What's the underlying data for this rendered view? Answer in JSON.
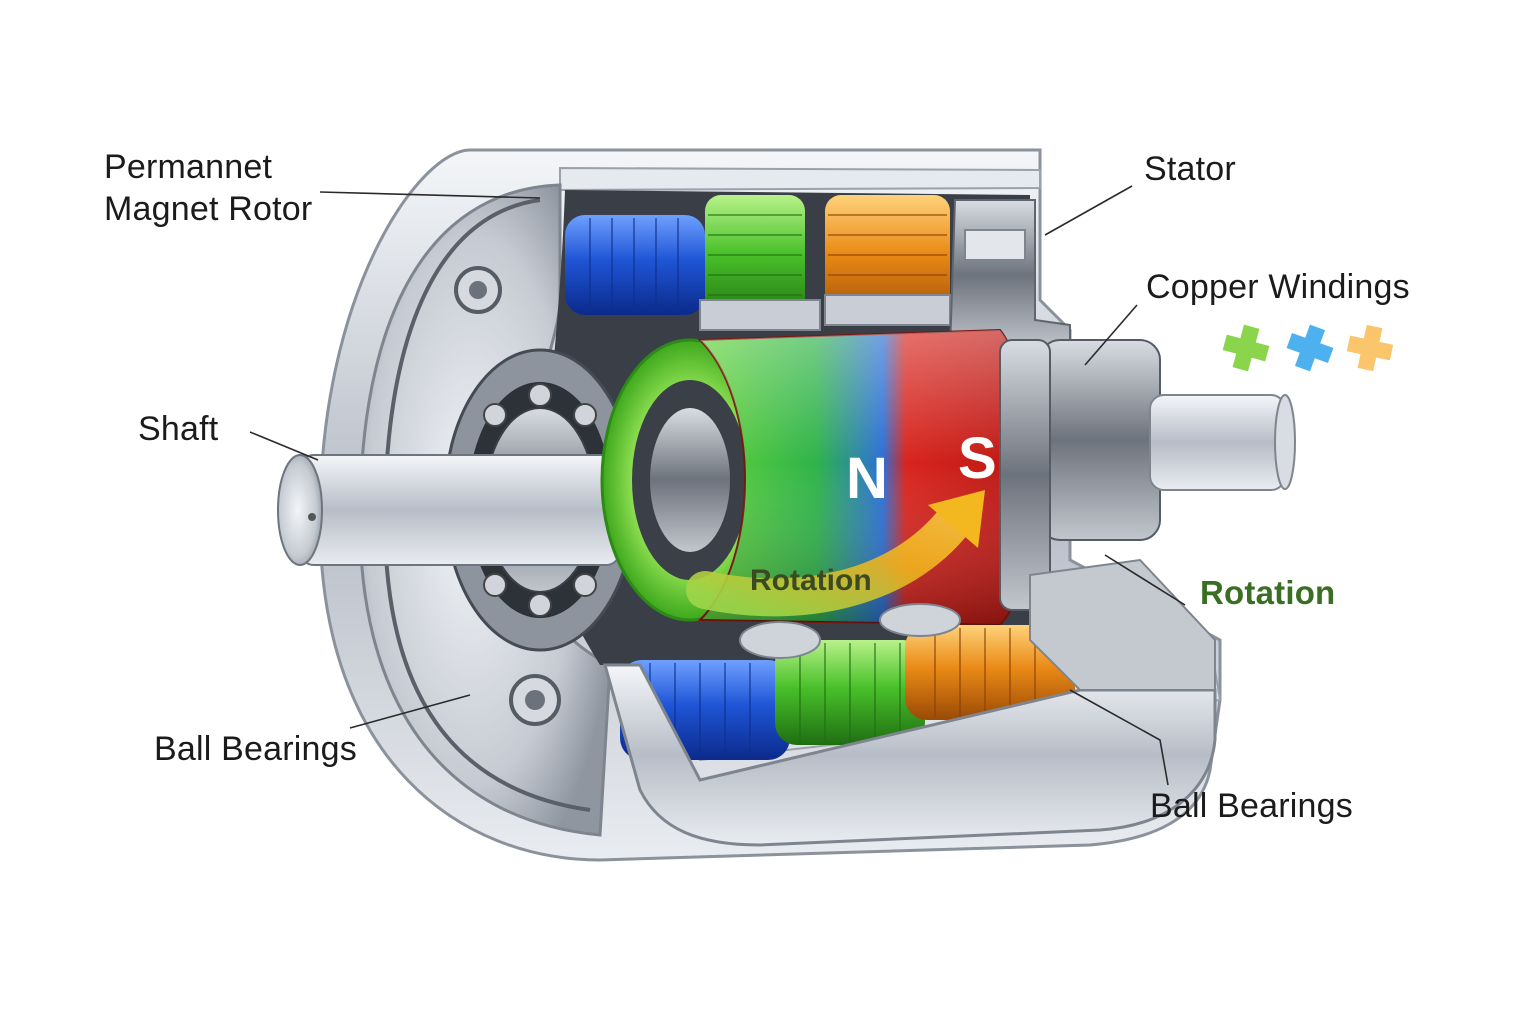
{
  "labels": {
    "rotor": [
      "Permannet",
      "Magnet Rotor"
    ],
    "stator": "Stator",
    "windings": "Copper Windings",
    "shaft": "Shaft",
    "bearings_left": "Ball Bearings",
    "bearings_right": "Ball Bearings",
    "rotation_right": "Rotation",
    "rotation_inline": "Rotation",
    "north": "N",
    "south": "S"
  },
  "icons": [
    "green-cross-icon",
    "blue-cross-icon",
    "orange-cross-icon"
  ],
  "colors": {
    "coil_blue": "#1f55d6",
    "coil_green": "#49c12a",
    "coil_orange": "#ea8a16",
    "magnet_north": "#2fb34a",
    "magnet_south": "#d8251e",
    "arrow": "#f0b21c",
    "housing": "#c9ced6"
  }
}
